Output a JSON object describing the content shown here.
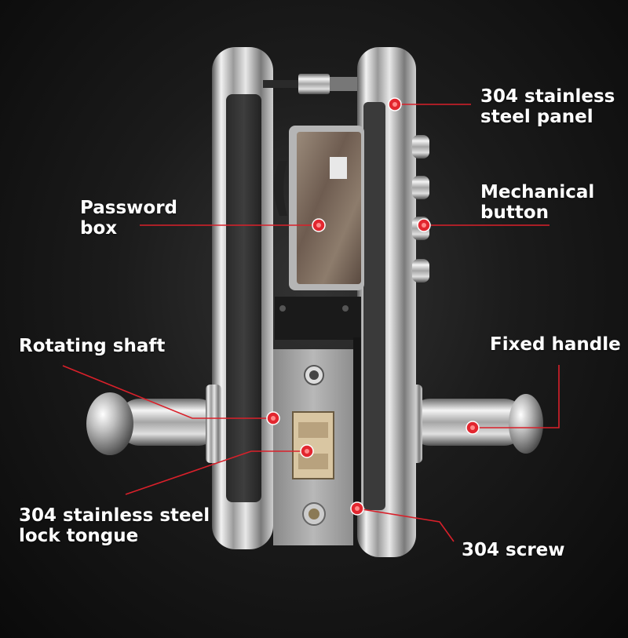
{
  "colors": {
    "callout_line": "#d9202a",
    "dot_outer": "#e2262f",
    "dot_inner": "#ff8a8a",
    "label_text": "#ffffff",
    "background": "#151515"
  },
  "labels": {
    "steel_panel": [
      "304 stainless",
      "steel panel"
    ],
    "mechanical_button": [
      "Mechanical",
      "button"
    ],
    "password_box": [
      "Password",
      "box"
    ],
    "rotating_shaft": [
      "Rotating shaft"
    ],
    "fixed_handle": [
      "Fixed handle"
    ],
    "lock_tongue": [
      "304 stainless steel",
      "lock tongue"
    ],
    "screw": [
      "304 screw"
    ]
  }
}
